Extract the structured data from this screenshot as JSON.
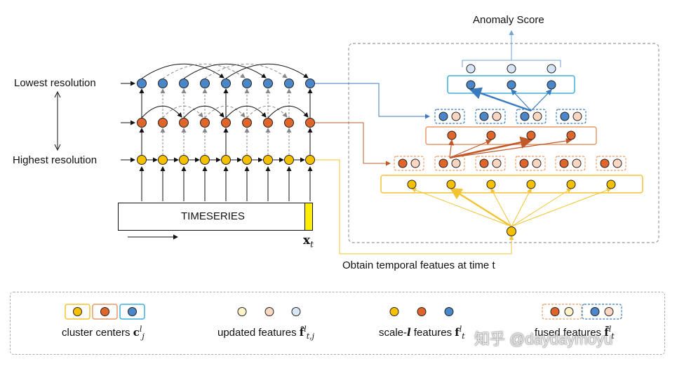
{
  "title": "Anomaly Score",
  "left_labels": {
    "lowest": "Lowest resolution",
    "highest": "Highest resolution"
  },
  "timeseries": {
    "label": "TIMESERIES",
    "current_symbol": "x",
    "current_sub": "t"
  },
  "caption": "Obtain temporal featues at time t",
  "legend": {
    "cluster": {
      "text": "cluster centers",
      "symbol": "c",
      "sup": "l",
      "sub": "j"
    },
    "updated": {
      "text": "updated features",
      "symbol": "f̂",
      "sup": "l",
      "sub": "t,j"
    },
    "scale": {
      "prefix": "scale-",
      "letter": "l",
      "suffix": " features",
      "symbol": "f",
      "sup": "l",
      "sub": "t"
    },
    "fused": {
      "text": "fused features",
      "symbol": "f̄",
      "sup": "l",
      "sub": "t"
    }
  },
  "watermark": "知乎 @daydaymoyu",
  "colors": {
    "yellow": "#f5c000",
    "orange": "#e0652a",
    "blue": "#4a86c8",
    "yellow_light": "#fdf2c8",
    "orange_light": "#f8d6c2",
    "blue_light": "#d6e6f6",
    "yellow_box": "#f2c433",
    "orange_box": "#e89a66",
    "blue_box": "#3bb1d9",
    "line_blue": "#3a7bbf",
    "line_orange": "#c0582a",
    "line_yellow": "#f2c433"
  }
}
